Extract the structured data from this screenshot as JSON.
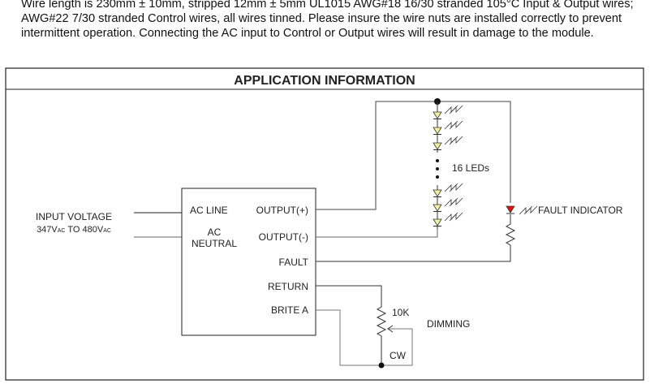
{
  "paragraph": "Wire length is 230mm ± 10mm, stripped 12mm ± 5mm UL1015 AWG#18 16/30 stranded 105°C Input & Output wires; AWG#22 7/30 stranded Control wires, all wires tinned. Please insure the wire nuts are installed correctly to prevent intermittent operation. Connecting the AC input to Control or Output wires will result in damage to the module.",
  "section_title": "APPLICATION INFORMATION",
  "input": {
    "label": "INPUT VOLTAGE",
    "range_a": "347V",
    "sub_a": "AC",
    "to": " TO 480V",
    "sub_b": "AC"
  },
  "module": {
    "ac_line": "AC LINE",
    "ac": "AC",
    "neutral": "NEUTRAL",
    "output_plus": "OUTPUT(+)",
    "output_minus": "OUTPUT(-)",
    "fault": "FAULT",
    "return": "RETURN",
    "brite_a": "BRITE A"
  },
  "leds_label": "16 LEDs",
  "fault_indicator": "FAULT INDICATOR",
  "pot": {
    "value": "10K",
    "label": "DIMMING",
    "cw": "CW"
  },
  "colors": {
    "led": "#f2efa0",
    "fault_led": "#e01010",
    "wire": "#444444"
  }
}
